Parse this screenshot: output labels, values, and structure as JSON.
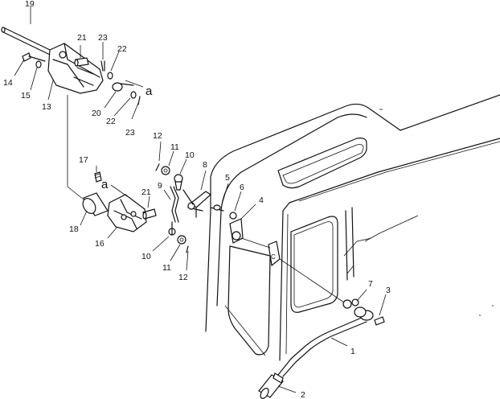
{
  "diagram": {
    "callouts": {
      "n1": "1",
      "n2": "2",
      "n3": "3",
      "n4": "4",
      "n5": "5",
      "n6": "6",
      "n7": "7",
      "n8": "8",
      "n9": "9",
      "n10a": "10",
      "n10b": "10",
      "n11a": "11",
      "n11b": "11",
      "n12a": "12",
      "n12b": "12",
      "n13": "13",
      "n14": "14",
      "n15": "15",
      "n16": "16",
      "n17": "17",
      "n18": "18",
      "n19": "19",
      "n20": "20",
      "n21a": "21",
      "n21b": "21",
      "n22a": "22",
      "n22b": "22",
      "n23a": "23",
      "n23b": "23",
      "aTop": "a",
      "aMid": "a"
    }
  }
}
